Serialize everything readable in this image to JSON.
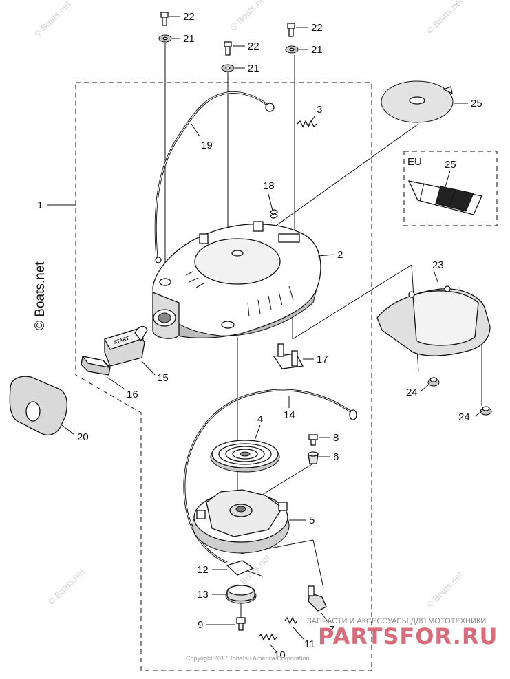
{
  "callouts": {
    "c1": "1",
    "c2": "2",
    "c3": "3",
    "c4": "4",
    "c5": "5",
    "c6": "6",
    "c7": "7",
    "c8": "8",
    "c9": "9",
    "c10": "10",
    "c11": "11",
    "c12": "12",
    "c13": "13",
    "c14": "14",
    "c15": "15",
    "c16": "16",
    "c17": "17",
    "c18": "18",
    "c19": "19",
    "c20": "20",
    "c21a": "21",
    "c21b": "21",
    "c21c": "21",
    "c22a": "22",
    "c22b": "22",
    "c22c": "22",
    "c23": "23",
    "c24a": "24",
    "c24b": "24",
    "c25a": "25",
    "c25b": "25"
  },
  "eu_box_label": "EU",
  "start_grip_text": "START",
  "watermark_text": "© Boats.net",
  "copyright": "Copyright 2017 Tohatsu America Corporation",
  "brand": {
    "tagline": "ЗАПЧАСТИ И АКСЕССУАРЫ ДЛЯ МОТОТЕХНИКИ",
    "name": "PARTSFOR.RU"
  }
}
